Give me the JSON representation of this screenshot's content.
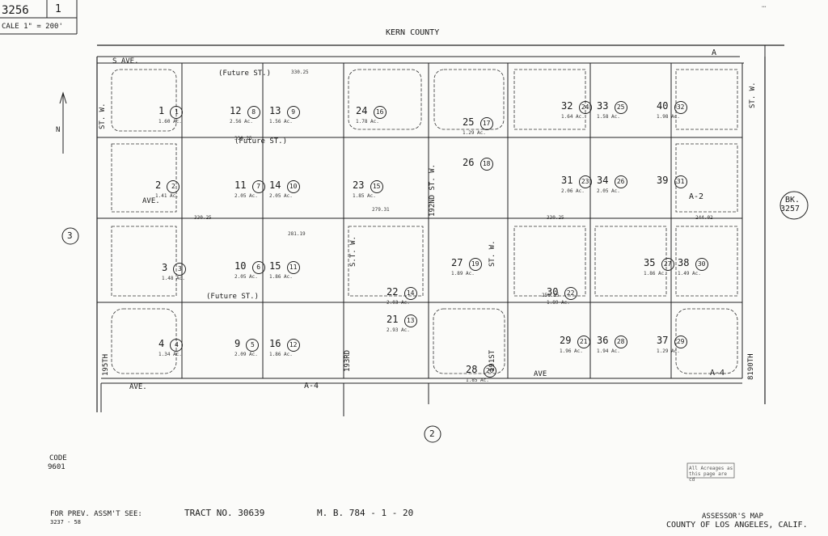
{
  "header": {
    "page_no": "3256",
    "sheet_no": "1",
    "scale": "CALE 1\" = 200'",
    "top_right_stamp": "…",
    "county_label": "KERN   COUNTY"
  },
  "map": {
    "top_street": "S AVE.",
    "top_street_right": "A",
    "streets_horizontal": [
      {
        "label": "AVE.",
        "id": "ave-a3"
      },
      {
        "label": "(Future ST.)",
        "id": "future-st"
      }
    ],
    "streets_vertical": [
      {
        "label": "195TH  ST. W.",
        "id": "195th"
      },
      {
        "label": "193RD  ST. W.",
        "id": "193rd"
      },
      {
        "label": "192ND  ST. W.",
        "id": "192nd"
      },
      {
        "label": "191ST  ST. W.",
        "id": "191st"
      },
      {
        "label": "190TH  ST. W.",
        "id": "190th"
      }
    ],
    "bottom_street": "AVE.",
    "bottom_zone": "A-4",
    "bottom_ave_right": "AVE",
    "zone_a2": "A-2",
    "zone_a4_right": "A-4",
    "left_circle": "3",
    "bottom_circle": "2",
    "adjoining_book": {
      "prefix": "BK.",
      "number": "3257"
    },
    "lots": [
      {
        "lot": "1",
        "parcel": "1",
        "acres": "1.60 Ac."
      },
      {
        "lot": "12",
        "parcel": "8",
        "acres": "2.56 Ac."
      },
      {
        "lot": "13",
        "parcel": "9",
        "acres": "1.56 Ac."
      },
      {
        "lot": "24",
        "parcel": "16",
        "acres": "1.78 Ac."
      },
      {
        "lot": "25",
        "parcel": "17",
        "acres": "1.29 Ac."
      },
      {
        "lot": "32",
        "parcel": "24",
        "acres": "1.64 Ac."
      },
      {
        "lot": "33",
        "parcel": "25",
        "acres": "1.58 Ac."
      },
      {
        "lot": "40",
        "parcel": "32",
        "acres": "1.98 Ac."
      },
      {
        "lot": "2",
        "parcel": "2",
        "acres": "1.41 Ac."
      },
      {
        "lot": "11",
        "parcel": "7",
        "acres": "2.05 Ac."
      },
      {
        "lot": "14",
        "parcel": "10",
        "acres": "2.05 Ac."
      },
      {
        "lot": "23",
        "parcel": "15",
        "acres": "1.85 Ac."
      },
      {
        "lot": "26",
        "parcel": "18",
        "acres": ""
      },
      {
        "lot": "31",
        "parcel": "23",
        "acres": "2.06 Ac."
      },
      {
        "lot": "34",
        "parcel": "26",
        "acres": "2.05 Ac."
      },
      {
        "lot": "39",
        "parcel": "31",
        "acres": ""
      },
      {
        "lot": "3",
        "parcel": "3",
        "acres": "1.48 Ac."
      },
      {
        "lot": "10",
        "parcel": "6",
        "acres": "2.05 Ac."
      },
      {
        "lot": "15",
        "parcel": "11",
        "acres": "1.86 Ac."
      },
      {
        "lot": "22",
        "parcel": "14",
        "acres": "2.03 Ac."
      },
      {
        "lot": "27",
        "parcel": "19",
        "acres": "1.89 Ac."
      },
      {
        "lot": "30",
        "parcel": "22",
        "acres": "1.89 Ac."
      },
      {
        "lot": "35",
        "parcel": "27",
        "acres": "1.86 Ac."
      },
      {
        "lot": "38",
        "parcel": "30",
        "acres": "1.49 Ac."
      },
      {
        "lot": "4",
        "parcel": "4",
        "acres": "1.34 Ac."
      },
      {
        "lot": "9",
        "parcel": "5",
        "acres": "2.09 Ac."
      },
      {
        "lot": "16",
        "parcel": "12",
        "acres": "1.86 Ac."
      },
      {
        "lot": "21",
        "parcel": "13",
        "acres": "2.93 Ac."
      },
      {
        "lot": "28",
        "parcel": "20",
        "acres": "1.85 Ac."
      },
      {
        "lot": "29",
        "parcel": "21",
        "acres": "1.96 Ac."
      },
      {
        "lot": "36",
        "parcel": "28",
        "acres": "1.94 Ac."
      },
      {
        "lot": "37",
        "parcel": "29",
        "acres": "1.29 Ac."
      }
    ],
    "dimensions": [
      "330.25",
      "330.25",
      "330.25",
      "279.31",
      "281.19",
      "256.25",
      "330.25",
      "244.02"
    ]
  },
  "footer": {
    "code_label": "CODE",
    "code_value": "9601",
    "prev_assmt_label": "FOR PREV. ASSM'T SEE:",
    "prev_assmt_value": "3237 - 58",
    "tract": "TRACT   NO. 30639",
    "mb": "M. B. 784 - 1 - 20",
    "stamp": "All Acreages as this page are cd",
    "assessor_line1": "ASSESSOR'S MAP",
    "assessor_line2": "COUNTY OF LOS ANGELES, CALIF."
  }
}
